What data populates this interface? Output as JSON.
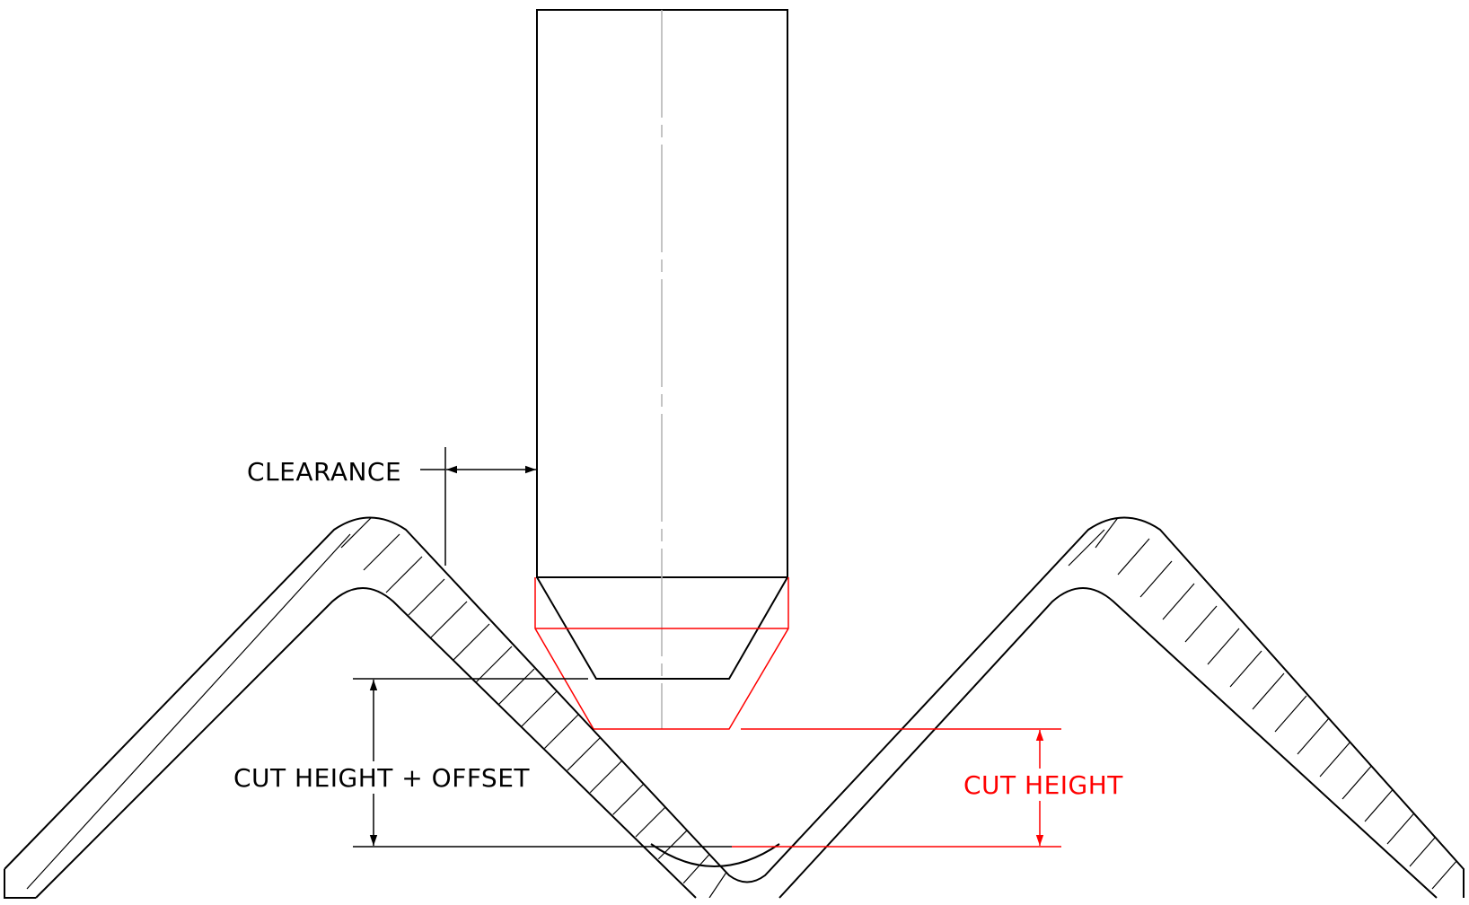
{
  "labels": {
    "clearance": "CLEARANCE",
    "cut_height_offset": "CUT HEIGHT + OFFSET",
    "cut_height": "CUT HEIGHT"
  },
  "colors": {
    "line": "#000000",
    "highlight": "#ff0000",
    "centerline": "#b0b0b0",
    "background": "#ffffff"
  }
}
